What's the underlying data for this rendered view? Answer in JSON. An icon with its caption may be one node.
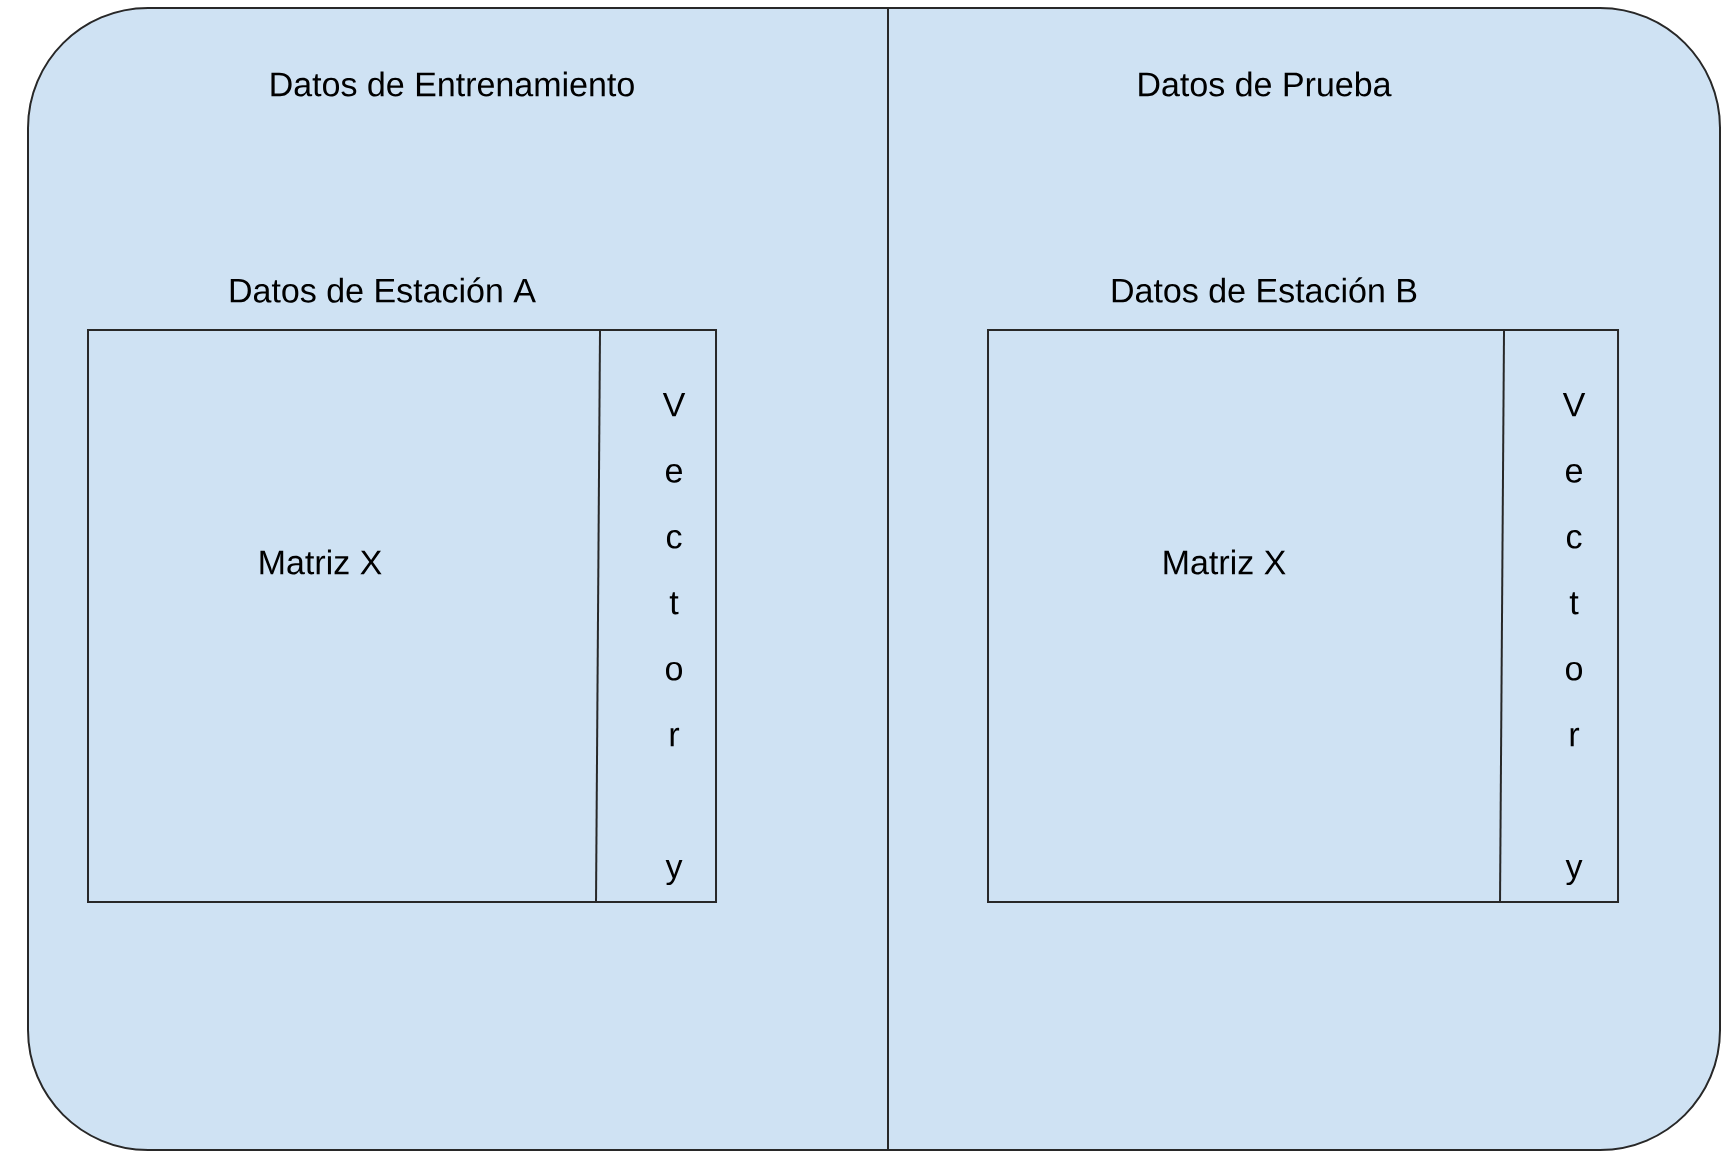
{
  "diagram": {
    "nodes": [
      {
        "text": [
          "Datos de Entrenamiento"
        ]
      },
      {
        "text": [
          "Datos de Estación A"
        ],
        "in": 0
      },
      {
        "text": [
          "Matriz X"
        ],
        "in": 1
      },
      {
        "text": [
          "Vector y"
        ],
        "in": 1
      },
      {
        "text": [
          "Datos de Prueba"
        ]
      },
      {
        "text": [
          "Datos de Estación B"
        ],
        "in": 4
      },
      {
        "text": [
          "Matriz X"
        ],
        "in": 5
      },
      {
        "text": [
          "Vector y"
        ],
        "in": 5
      }
    ]
  }
}
